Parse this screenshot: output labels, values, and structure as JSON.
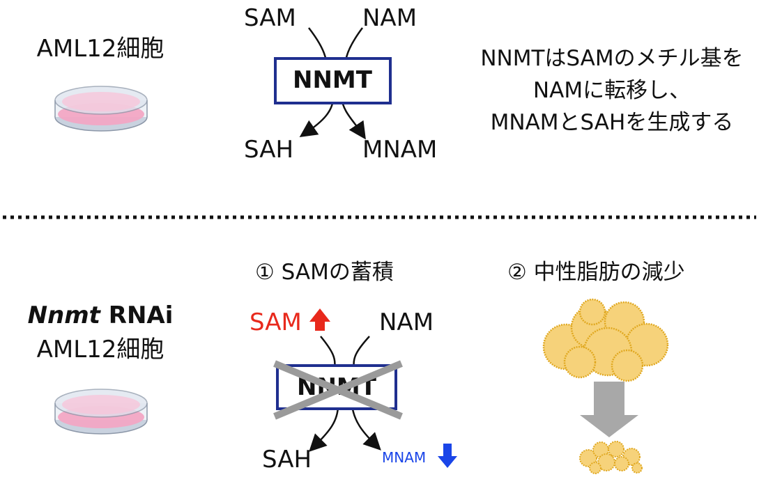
{
  "top": {
    "cell_label": "AML12細胞",
    "substrate_left": "SAM",
    "substrate_right": "NAM",
    "enzyme": "NNMT",
    "product_left": "SAH",
    "product_right": "MNAM",
    "description": [
      "NNMTはSAMのメチル基を",
      "NAMに転移し、",
      "MNAMとSAHを生成する"
    ]
  },
  "bottom": {
    "cell_label_italic": "Nnmt",
    "cell_label_bold": " RNAi",
    "cell_label_line2": "AML12細胞",
    "effect_1": "① SAMの蓄積",
    "effect_2": "② 中性脂肪の減少",
    "substrate_left": "SAM",
    "substrate_right": "NAM",
    "enzyme": "NNMT",
    "product_left": "SAH",
    "product_right": "MNAM"
  },
  "colors": {
    "enzyme_box": "#1f2f8f",
    "sam_up": "#e8291c",
    "mnam_down": "#1a45e8",
    "cross": "#9a9a9a",
    "dish_liquid": "#f2a6c4",
    "dish_glass": "#dde4ee",
    "lipid_fill": "#f6d27a",
    "lipid_edge": "#e0a820",
    "down_arrow": "#a8a8a8"
  },
  "icons": {
    "culture_dish": "petri-dish-icon",
    "lipid": "lipid-droplet-icon",
    "up": "red-up-arrow-icon",
    "down": "blue-down-arrow-icon"
  }
}
